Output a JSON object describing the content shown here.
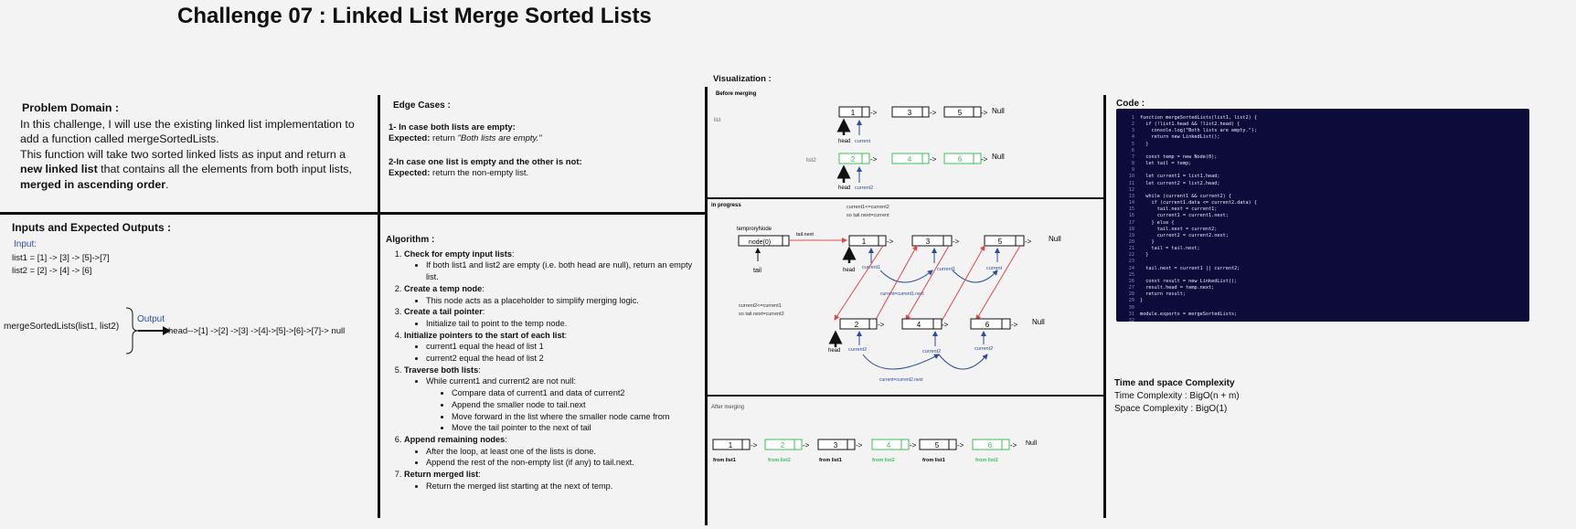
{
  "title": "Challenge 07 : Linked List Merge Sorted Lists",
  "problem": {
    "heading": "Problem Domain :",
    "line1": "In this challenge, I will use the existing linked list implementation to add a function called mergeSortedLists.",
    "line2a": " This function will take two sorted linked lists as input and return a ",
    "line2b": "new linked list",
    "line2c": " that contains all the elements from both input lists, ",
    "line2d": "merged in ascending order",
    "line2e": "."
  },
  "io": {
    "heading": "Inputs and Expected Outputs :",
    "input_label": "Input:",
    "list1": "list1 = [1] -> [3] -> [5]->[7]",
    "list2": "list2 = [2] -> [4] -> [6]",
    "call": "mergeSortedLists(list1, list2)",
    "output_label": "Output",
    "result": "head-->[1] ->[2] ->[3] ->[4]->[5]->[6]->[7]-> null"
  },
  "edge": {
    "heading": "Edge Cases :",
    "c1_title": "1- In case both lists are empty:",
    "c1_exp_label": "Expected:",
    "c1_exp_a": " return ",
    "c1_exp_b": "\"Both lists are empty.\"",
    "c2_title": "2-In case one list is empty and the other is not:",
    "c2_exp_label": "Expected:",
    "c2_exp": " return the non-empty list."
  },
  "algorithm": {
    "heading": "Algorithm :",
    "s1": "Check for empty input lists",
    "s1a": "If both list1 and list2 are empty (i.e. both head are null), return an empty list.",
    "s2": "Create a temp node",
    "s2a": "This node acts as a placeholder to simplify merging logic.",
    "s3": "Create a tail pointer",
    "s3a": "Initialize tail to point to the temp node.",
    "s4": "Initialize pointers to the start of each list",
    "s4a": "current1 equal  the head of list 1",
    "s4b": "current2 equal  the head of list 2",
    "s5": "Traverse both lists",
    "s5a": "While current1 and current2 are not null:",
    "s5b": "Compare data of current1 and data of current2",
    "s5c": "Append the smaller node to tail.next",
    "s5d": "Move forward in the list where the smaller node came from",
    "s5e": "Move the tail pointer to the next of tail",
    "s6": "Append remaining nodes",
    "s6a": "After the loop, at least one of the lists is done.",
    "s6b": "Append the rest of the non-empty list (if any) to tail.next.",
    "s7": "Return merged list",
    "s7a": "Return the merged list starting at the next of temp.",
    "colon": ":"
  },
  "viz": {
    "heading": "Visualization :",
    "before": "Before merging",
    "list1_lbl": "list",
    "list2_lbl": "list2",
    "head": "head",
    "current": "current",
    "current2": "current2",
    "null": "Null",
    "arrow": "->",
    "in_progress": "in progress",
    "temp_lbl": "temproryNode",
    "temp_node": "node(0)",
    "tail_next": "tail.next",
    "tail": "tail",
    "cond1a": "current1<=current2",
    "cond1b": "so tail.next=current",
    "cond2a": "current2<=current1",
    "cond2b": "so tail.next=current2",
    "current1": "current1",
    "current_sm": "current",
    "mv1": "current=current1.next",
    "mv2": "current=current2.next",
    "after": "After merging",
    "from1": "from list1",
    "from2": "from list2",
    "n1": "1",
    "n2": "2",
    "n3": "3",
    "n4": "4",
    "n5": "5",
    "n6": "6",
    "green": "#3bc25a"
  },
  "code": {
    "heading": "Code :",
    "lines": "function mergeSortedLists(list1, list2) {\n  if (!list1.head && !list2.head) {\n    console.log(\"Both lists are empty.\");\n    return new LinkedList();\n  }\n\n  const temp = new Node(0);\n  let tail = temp;\n\n  let current1 = list1.head;\n  let current2 = list2.head;\n\n  while (current1 && current2) {\n    if (current1.data <= current2.data) {\n      tail.next = current1;\n      current1 = current1.next;\n    } else {\n      tail.next = current2;\n      current2 = current2.next;\n    }\n    tail = tail.next;\n  }\n\n  tail.next = current1 || current2;\n\n  const result = new LinkedList();\n  result.head = temp.next;\n  return result;\n}\n\nmodule.exports = mergeSortedLists;",
    "line_numbers": "1\n2\n3\n4\n5\n6\n7\n8\n9\n10\n11\n12\n13\n14\n15\n16\n17\n18\n19\n20\n21\n22\n23\n24\n25\n26\n27\n28\n29\n30\n31\n32"
  },
  "complexity": {
    "heading": "Time and space Complexity",
    "time": "Time Complexity : BigO(n + m)",
    "space": "Space Complexity : BigO(1)"
  }
}
